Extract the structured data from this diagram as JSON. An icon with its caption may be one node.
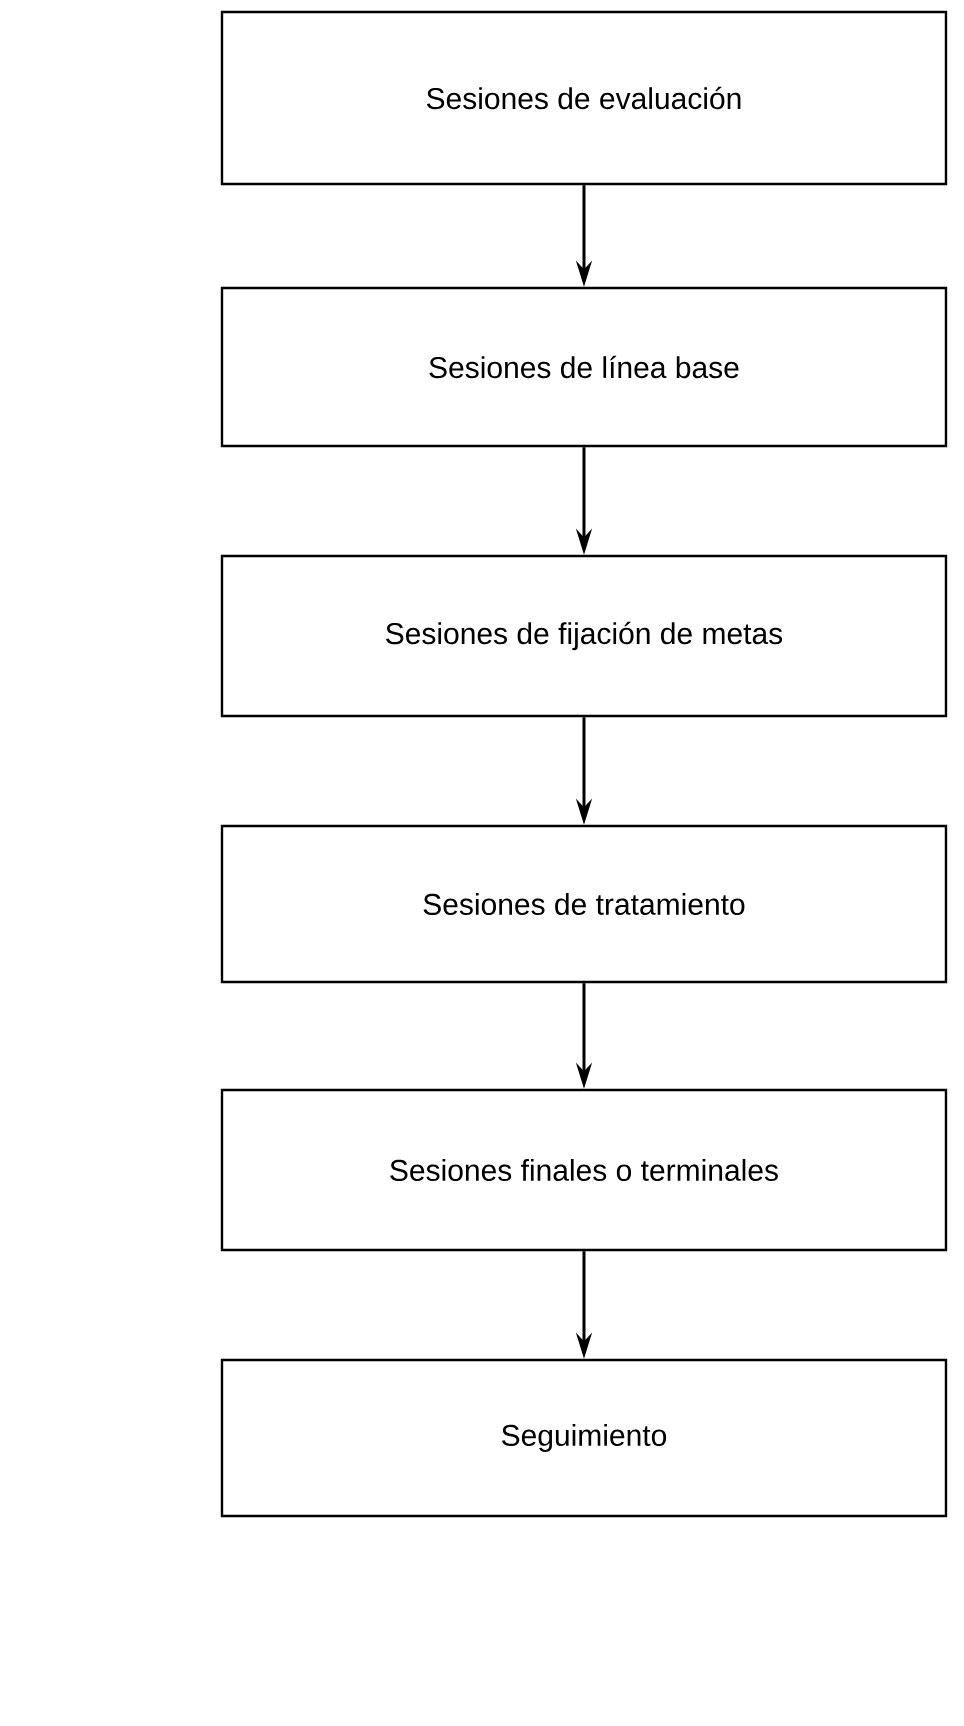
{
  "diagram": {
    "nodes": [
      {
        "text": [
          "Sesiones de evaluación"
        ]
      },
      {
        "text": [
          "Sesiones de línea base"
        ]
      },
      {
        "text": [
          "Sesiones de fijación de metas"
        ]
      },
      {
        "text": [
          "Sesiones de tratamiento"
        ]
      },
      {
        "text": [
          "Sesiones finales o terminales"
        ]
      },
      {
        "text": [
          "Seguimiento"
        ]
      }
    ],
    "edges": [
      {
        "from": 0,
        "to": 1,
        "arrow": "to"
      },
      {
        "from": 1,
        "to": 2,
        "arrow": "to"
      },
      {
        "from": 2,
        "to": 3,
        "arrow": "to"
      },
      {
        "from": 3,
        "to": 4,
        "arrow": "to"
      },
      {
        "from": 4,
        "to": 5,
        "arrow": "to"
      }
    ]
  }
}
